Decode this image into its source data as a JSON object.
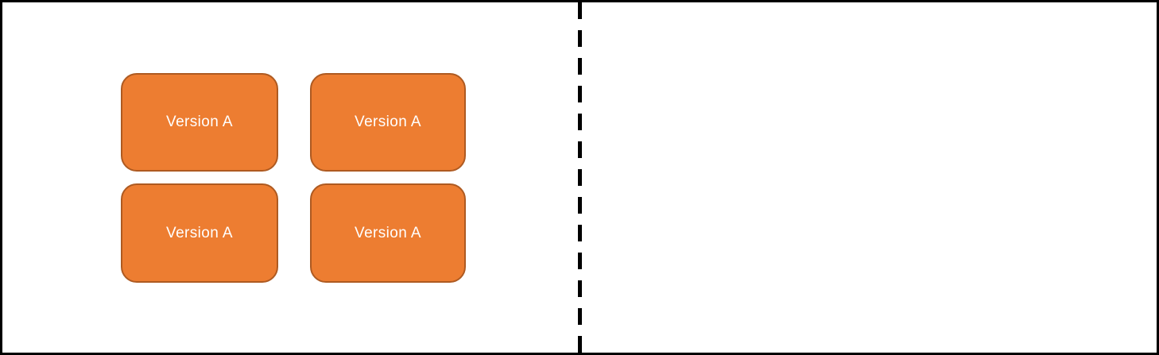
{
  "diagram": {
    "boxes": [
      {
        "label": "Version A"
      },
      {
        "label": "Version A"
      },
      {
        "label": "Version A"
      },
      {
        "label": "Version A"
      }
    ],
    "divider": {
      "orientation": "vertical",
      "style": "dashed"
    },
    "colors": {
      "box_fill": "#ED7D31",
      "box_border": "#AE5A21",
      "box_text": "#FFFFFF",
      "divider": "#000000",
      "frame": "#000000",
      "background": "#FFFFFF"
    }
  }
}
